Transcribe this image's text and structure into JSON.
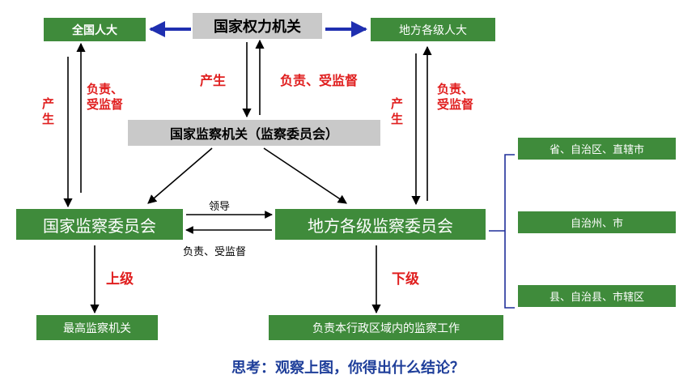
{
  "nodes": {
    "quanguo_renda": "全国人大",
    "guojia_quanli_jiguan": "国家权力机关",
    "difang_renda": "地方各级人大",
    "guojia_jiancha_jiguan": "国家监察机关（监察委员会）",
    "guojia_jianwei": "国家监察委员会",
    "difang_jianwei": "地方各级监察委员会",
    "zuigao_jiguan": "最高监察机关",
    "fuze_gongzuo": "负责本行政区域内的监察工作"
  },
  "right_list": [
    "省、自治区、直辖市",
    "自治州、市",
    "县、自治县、市辖区"
  ],
  "labels": {
    "chansheng": "产生",
    "fuze_shou_jiandu": "负责、受监督",
    "lingdao": "领导",
    "shangji": "上级",
    "xiaji": "下级"
  },
  "question": "思考：观察上图，你得出什么结论？",
  "colors": {
    "green": "#3f8b3b",
    "gray": "#c9c9c9",
    "red": "#e01f1f",
    "navy": "#1f2f9a",
    "blue_arrow": "#1f2fb0"
  }
}
